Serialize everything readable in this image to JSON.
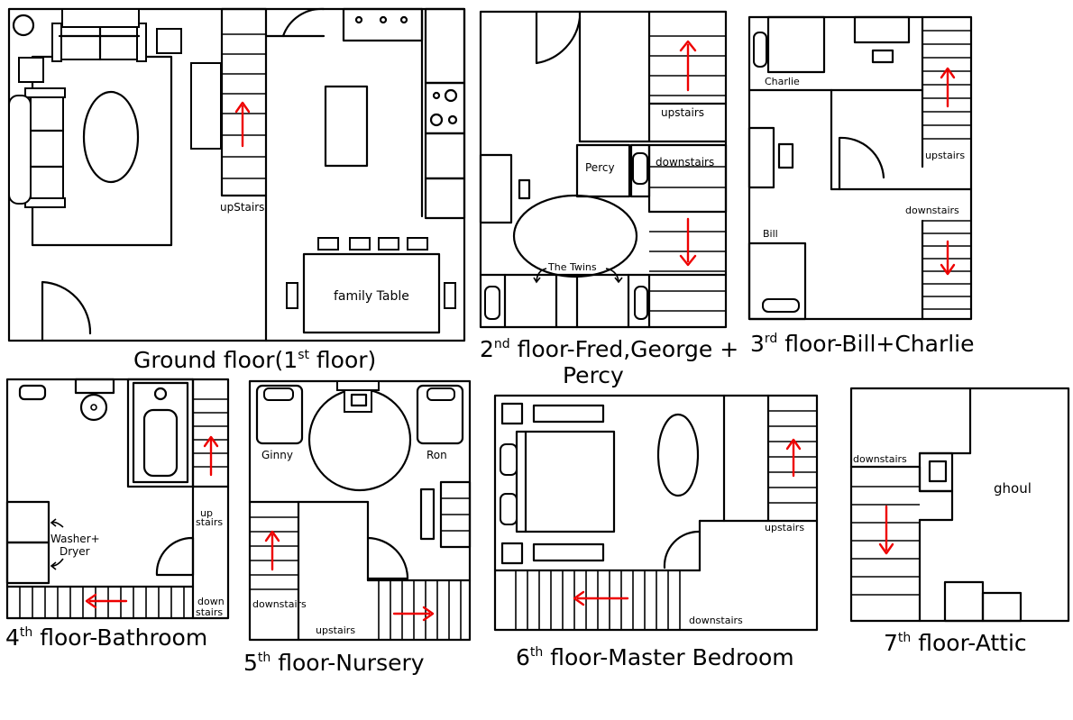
{
  "floors": [
    {
      "caption_main": "Ground  floor(1",
      "caption_sup": "st",
      "caption_end": " floor)",
      "labels": {
        "stairs_up": "upStairs",
        "table": "family Table"
      }
    },
    {
      "caption_num": "2",
      "caption_sup": "nd",
      "caption_line1": " floor-Fred,George +",
      "caption_line2": "Percy",
      "labels": {
        "upstairs": "upstairs",
        "downstairs": "downstairs",
        "percy": "Percy",
        "twins": "The Twins"
      }
    },
    {
      "caption_num": "3",
      "caption_sup": "rd",
      "caption_end": " floor-Bill+Charlie",
      "labels": {
        "charlie": "Charlie",
        "bill": "Bill",
        "upstairs": "upstairs",
        "downstairs": "downstairs"
      }
    },
    {
      "caption_num": "4",
      "caption_sup": "th",
      "caption_end": " floor-Bathroom",
      "labels": {
        "washer": "Washer+",
        "dryer": "Dryer",
        "up": "up",
        "up2": "stairs",
        "down": "down",
        "down2": "stairs"
      }
    },
    {
      "caption_num": "5",
      "caption_sup": "th",
      "caption_end": " floor-Nursery",
      "labels": {
        "ginny": "Ginny",
        "ron": "Ron",
        "downstairs": "downstairs",
        "upstairs": "upstairs"
      }
    },
    {
      "caption_num": "6",
      "caption_sup": "th",
      "caption_end": " floor-Master Bedroom",
      "labels": {
        "upstairs": "upstairs",
        "downstairs": "downstairs"
      }
    },
    {
      "caption_num": "7",
      "caption_sup": "th",
      "caption_end": " floor-Attic",
      "labels": {
        "downstairs": "downstairs",
        "ghoul": "ghoul"
      }
    }
  ],
  "colors": {
    "walls": "#000000",
    "arrows": "#ee0000",
    "background": "#ffffff"
  }
}
